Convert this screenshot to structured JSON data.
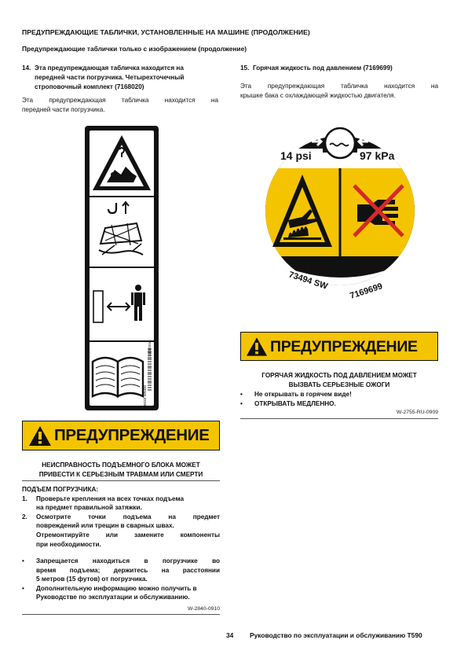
{
  "header": {
    "title": "ПРЕДУПРЕЖДАЮЩИЕ ТАБЛИЧКИ, УСТАНОВЛЕННЫЕ НА МАШИНЕ (ПРОДОЛЖЕНИЕ)",
    "subtitle": "Предупреждающие таблички только с изображением (продолжение)"
  },
  "item14": {
    "number": "14.",
    "title_lines": [
      "Эта предупреждающая табличка находится на",
      "передней части погрузчика. Четырехточечный",
      "строповочный комплект (7168020)"
    ],
    "body_lines": [
      "Эта предупреждающая табличка находится на",
      "передней части погрузчика."
    ],
    "decal_codes": [
      "7168020A",
      "6033 W9300"
    ],
    "warning_word": "ПРЕДУПРЕЖДЕНИЕ",
    "warning_text_lines": [
      "НЕИСПРАВНОСТЬ ПОДЪЕМНОГО БЛОКА МОЖЕТ",
      "ПРИВЕСТИ К СЕРЬЕЗНЫМ ТРАВМАМ ИЛИ СМЕРТИ"
    ],
    "list_heading": "ПОДЪЕМ ПОГРУЗЧИКА:",
    "numbered": [
      {
        "mark": "1.",
        "lines": [
          "Проверьте крепления на всех точках подъема",
          "на предмет правильной затяжки."
        ]
      },
      {
        "mark": "2.",
        "lines": [
          "Осмотрите точки подъема на предмет",
          "повреждений или трещин в сварных швах.",
          "Отремонтируйте или замените компоненты",
          "при необходимости."
        ]
      }
    ],
    "bullets": [
      {
        "mark": "•",
        "lines": [
          "Запрещается находиться в погрузчике во",
          "время подъема; держитесь на расстоянии",
          "5 метров (15 футов) от погрузчика."
        ]
      },
      {
        "mark": "•",
        "lines": [
          "Дополнительную информацию можно получить в",
          "Руководстве по эксплуатации и обслуживанию."
        ]
      }
    ],
    "ref": "W-2840-0910"
  },
  "item15": {
    "number": "15.",
    "title": "Горячая жидкость под давлением (7169699)",
    "body_lines": [
      "Эта предупреждающая табличка находится на",
      "крышке бака с охлаждающей жидкостью двигателя."
    ],
    "decal_psi": "14 psi",
    "decal_kpa": "97 kPa",
    "decal_left_code": "73494 SW",
    "decal_right_code": "7169699",
    "warning_word": "ПРЕДУПРЕЖДЕНИЕ",
    "warning_text_lines": [
      "ГОРЯЧАЯ ЖИДКОСТЬ ПОД ДАВЛЕНИЕМ МОЖЕТ",
      "ВЫЗВАТЬ СЕРЬЕЗНЫЕ ОЖОГИ"
    ],
    "bullets": [
      {
        "mark": "•",
        "text": "Не открывать в горячем виде!"
      },
      {
        "mark": "•",
        "text": "ОТКРЫВАТЬ МЕДЛЕННО."
      }
    ],
    "ref": "W-2755-RU-0909"
  },
  "footer": {
    "page": "34",
    "manual": "Руководство по эксплуатации и обслуживанию T590"
  },
  "colors": {
    "warning_yellow": "#f5c400",
    "decal_black": "#111111",
    "cross_red": "#d42a2a"
  }
}
